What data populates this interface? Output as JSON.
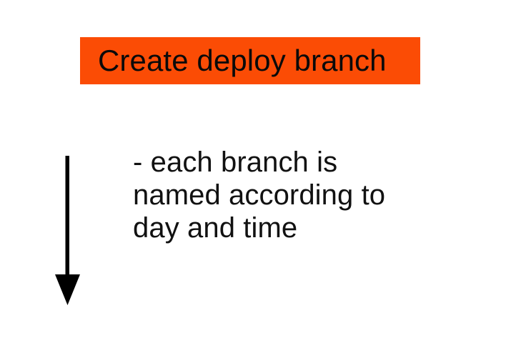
{
  "slide": {
    "background_color": "#ffffff",
    "title": {
      "text": "Create deploy branch",
      "background_color": "#fb4c05",
      "text_color": "#0a0a0a"
    },
    "body": {
      "lines": [
        "- each branch is",
        "named according to",
        "day and time"
      ],
      "text_color": "#111111"
    },
    "arrow": {
      "direction": "down",
      "color": "#000000",
      "icon": "arrow-down-icon"
    }
  }
}
